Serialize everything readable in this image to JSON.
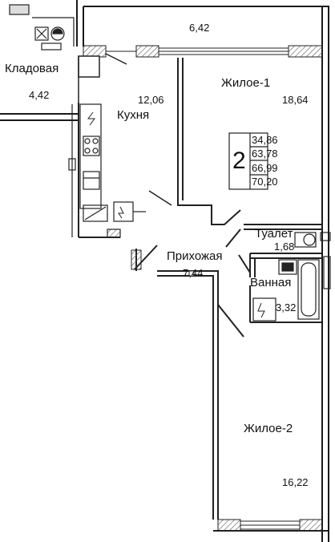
{
  "rooms": {
    "storage": {
      "name": "Кладовая",
      "area": "4,42"
    },
    "balcony": {
      "area": "6,42"
    },
    "kitchen": {
      "name": "Кухня",
      "area": "12,06"
    },
    "living1": {
      "name": "Жилое-1",
      "area": "18,64"
    },
    "hallway": {
      "name": "Прихожая",
      "area": "7,44"
    },
    "toilet": {
      "name": "Туалет",
      "area": "1,68"
    },
    "bathroom": {
      "name": "Ванная",
      "area": "3,32"
    },
    "living2": {
      "name": "Жилое-2",
      "area": "16,22"
    }
  },
  "summary": {
    "rooms_count": "2",
    "areas": [
      "34,86",
      "63,78",
      "66,99",
      "70,20"
    ]
  },
  "colors": {
    "wall": "#1a1a1a",
    "hatch": "#555555",
    "line": "#222222"
  }
}
